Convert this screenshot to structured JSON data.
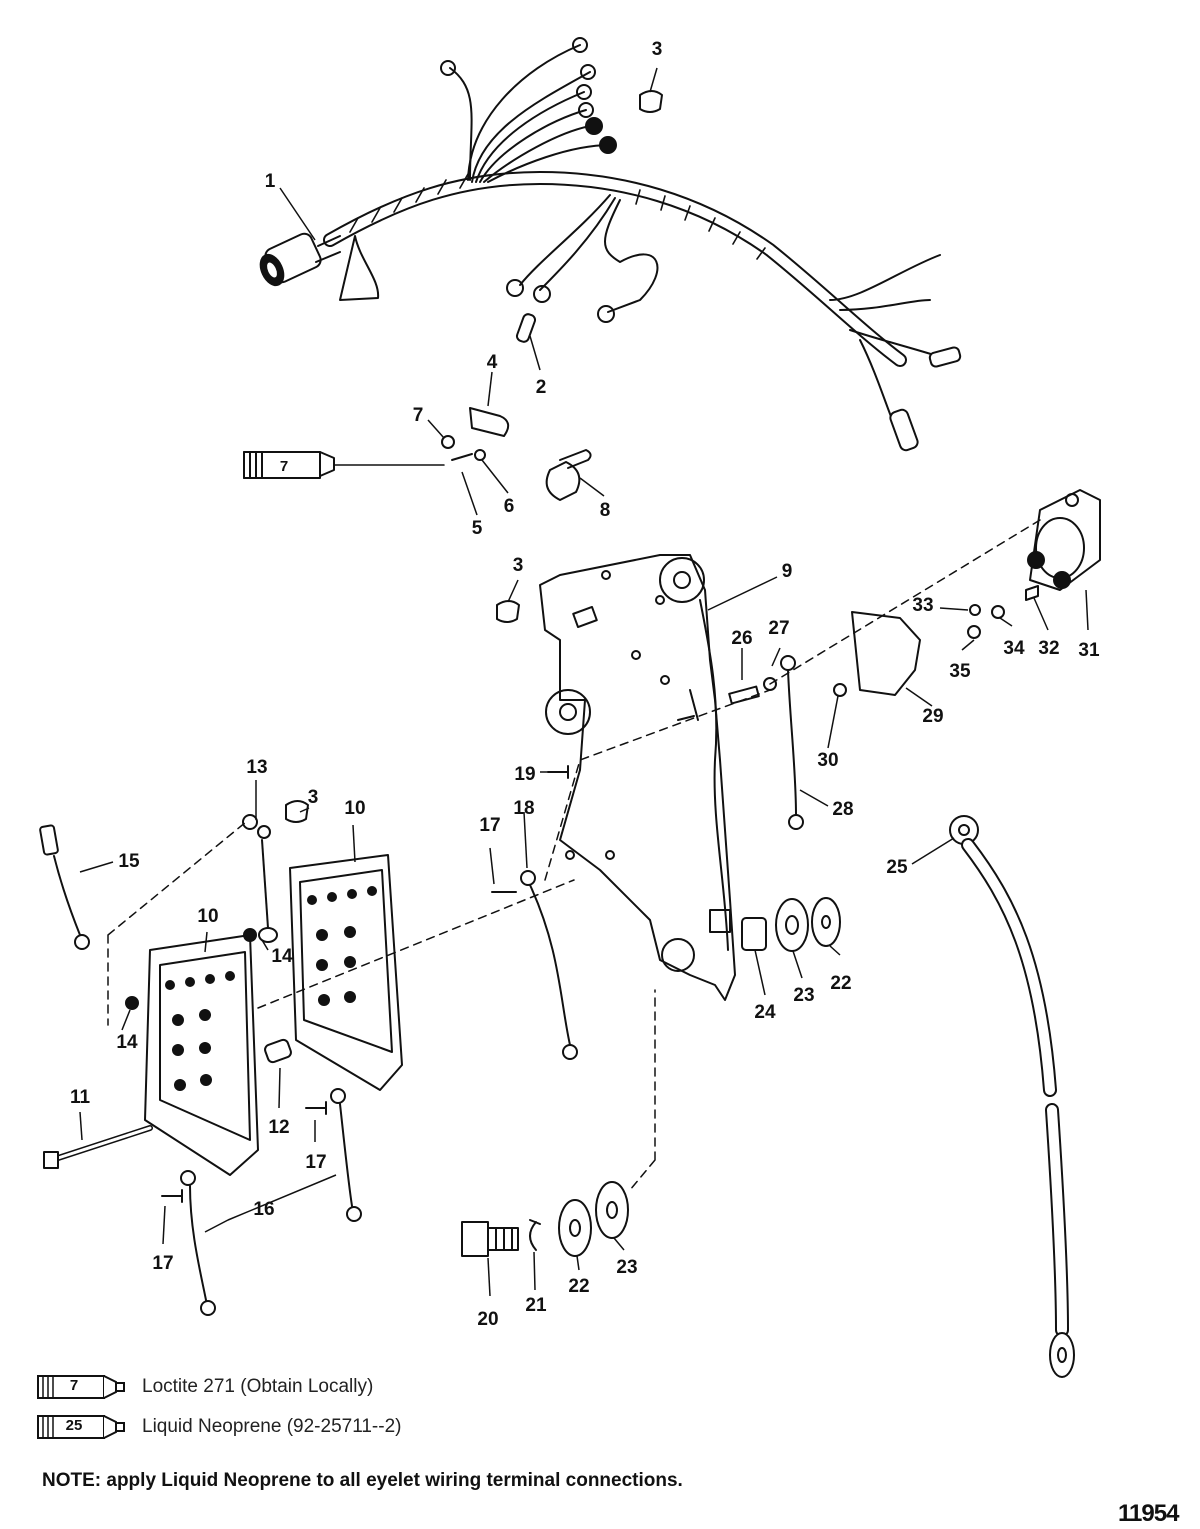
{
  "callouts": [
    {
      "id": "c1",
      "text": "1"
    },
    {
      "id": "c2",
      "text": "2"
    },
    {
      "id": "c3a",
      "text": "3"
    },
    {
      "id": "c3b",
      "text": "3"
    },
    {
      "id": "c3c",
      "text": "3"
    },
    {
      "id": "c4",
      "text": "4"
    },
    {
      "id": "c5",
      "text": "5"
    },
    {
      "id": "c6",
      "text": "6"
    },
    {
      "id": "c7",
      "text": "7"
    },
    {
      "id": "c8",
      "text": "8"
    },
    {
      "id": "c9",
      "text": "9"
    },
    {
      "id": "c10a",
      "text": "10"
    },
    {
      "id": "c10b",
      "text": "10"
    },
    {
      "id": "c11",
      "text": "11"
    },
    {
      "id": "c12",
      "text": "12"
    },
    {
      "id": "c13",
      "text": "13"
    },
    {
      "id": "c14a",
      "text": "14"
    },
    {
      "id": "c14b",
      "text": "14"
    },
    {
      "id": "c15",
      "text": "15"
    },
    {
      "id": "c16",
      "text": "16"
    },
    {
      "id": "c17a",
      "text": "17"
    },
    {
      "id": "c17b",
      "text": "17"
    },
    {
      "id": "c17c",
      "text": "17"
    },
    {
      "id": "c18",
      "text": "18"
    },
    {
      "id": "c19",
      "text": "19"
    },
    {
      "id": "c20",
      "text": "20"
    },
    {
      "id": "c21",
      "text": "21"
    },
    {
      "id": "c22a",
      "text": "22"
    },
    {
      "id": "c22b",
      "text": "22"
    },
    {
      "id": "c23a",
      "text": "23"
    },
    {
      "id": "c23b",
      "text": "23"
    },
    {
      "id": "c24",
      "text": "24"
    },
    {
      "id": "c25",
      "text": "25"
    },
    {
      "id": "c26",
      "text": "26"
    },
    {
      "id": "c27",
      "text": "27"
    },
    {
      "id": "c28",
      "text": "28"
    },
    {
      "id": "c29",
      "text": "29"
    },
    {
      "id": "c30",
      "text": "30"
    },
    {
      "id": "c31",
      "text": "31"
    },
    {
      "id": "c32",
      "text": "32"
    },
    {
      "id": "c33",
      "text": "33"
    },
    {
      "id": "c34",
      "text": "34"
    },
    {
      "id": "c35",
      "text": "35"
    }
  ],
  "sealant_tube_label": "7",
  "legend": [
    {
      "number": "7",
      "text": "Loctite 271 (Obtain Locally)"
    },
    {
      "number": "25",
      "text": "Liquid Neoprene (92-25711--2)"
    }
  ],
  "note": "NOTE: apply Liquid Neoprene to all eyelet wiring terminal connections.",
  "figure_id": "11954"
}
